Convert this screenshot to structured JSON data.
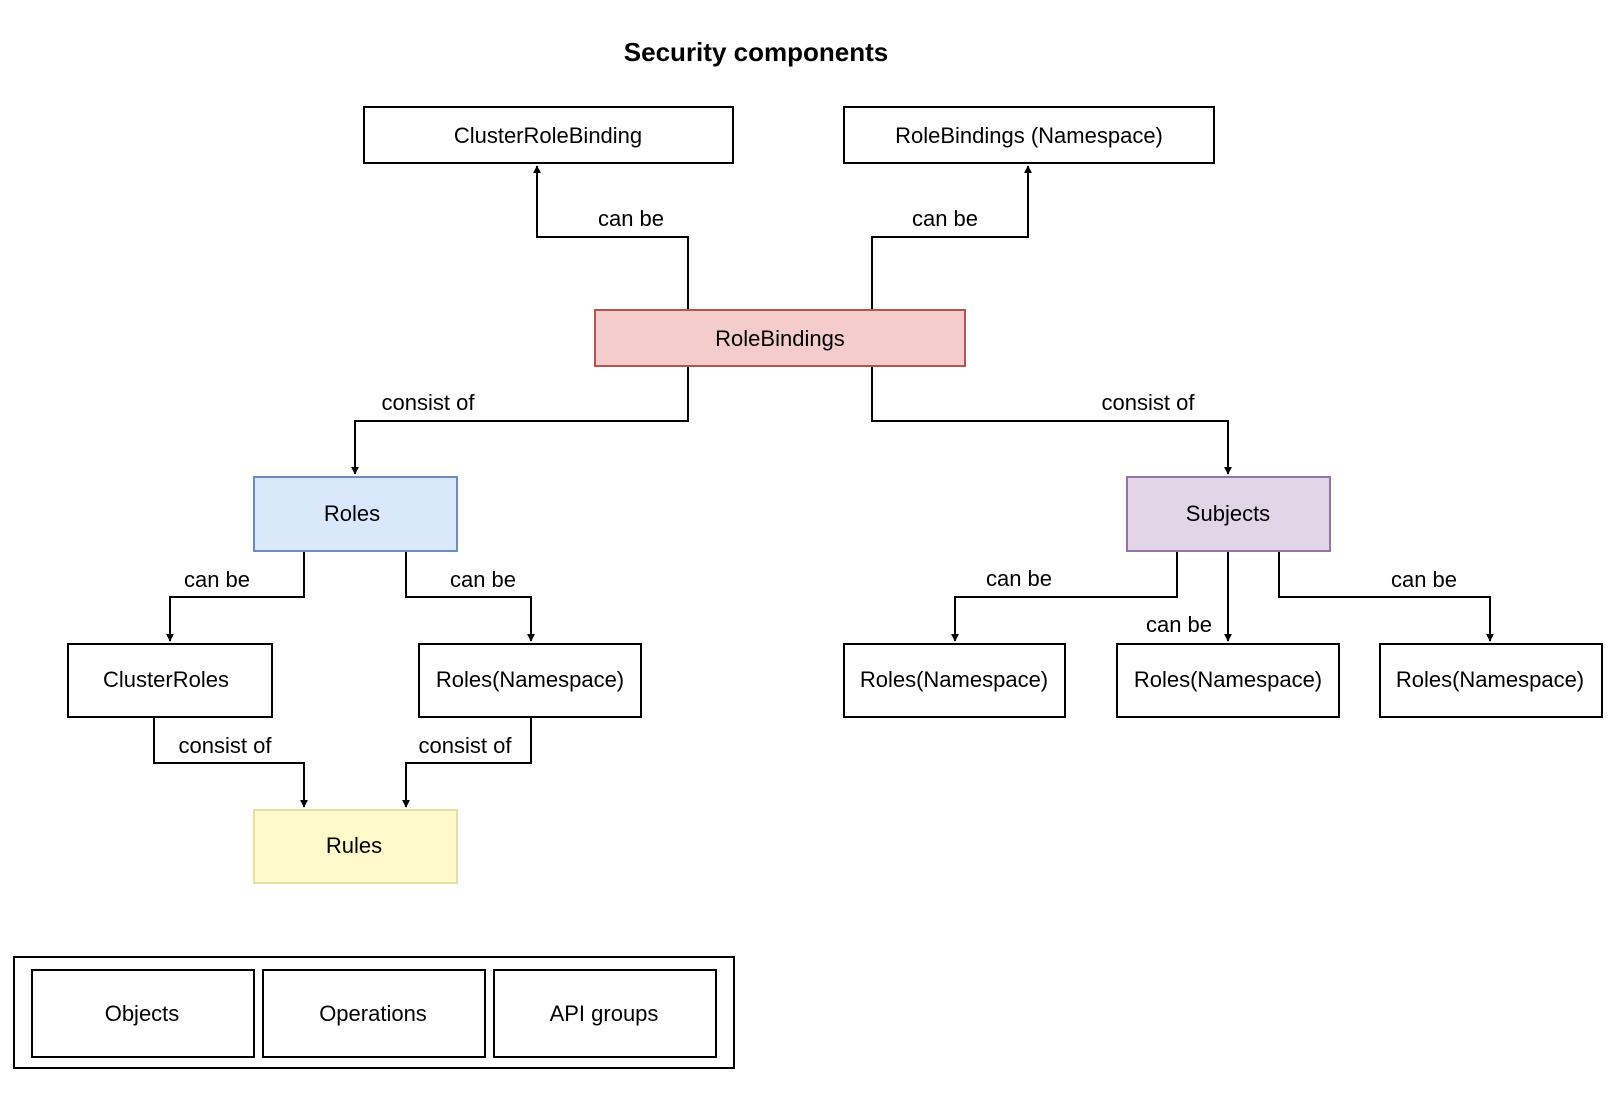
{
  "title": "Security components",
  "colors": {
    "rolebindings_fill": "#f4cccc",
    "rolebindings_stroke": "#b85450",
    "roles_fill": "#dae8fc",
    "roles_stroke": "#6c8ebf",
    "subjects_fill": "#e1d5e7",
    "subjects_stroke": "#9673a6",
    "rules_fill": "#fff9cc",
    "rules_stroke": "#e6e0a0",
    "default_fill": "#ffffff",
    "default_stroke": "#000000"
  },
  "nodes": {
    "cluster_role_binding": "ClusterRoleBinding",
    "rolebindings_namespace": "RoleBindings (Namespace)",
    "rolebindings": "RoleBindings",
    "roles": "Roles",
    "subjects": "Subjects",
    "cluster_roles": "ClusterRoles",
    "roles_namespace": "Roles(Namespace)",
    "rules": "Rules",
    "subject_child_1": "Roles(Namespace)",
    "subject_child_2": "Roles(Namespace)",
    "subject_child_3": "Roles(Namespace)"
  },
  "edge_labels": {
    "rb_to_crb": "can be",
    "rb_to_rbns": "can be",
    "rb_to_roles": "consist of",
    "rb_to_subjects": "consist of",
    "roles_to_clusterroles": "can be",
    "roles_to_rolesns": "can be",
    "clusterroles_to_rules": "consist of",
    "rolesns_to_rules": "consist of",
    "subjects_to_child1": "can be",
    "subjects_to_child2": "can be",
    "subjects_to_child3": "can be"
  },
  "rules_details": [
    "Objects",
    "Operations",
    "API groups"
  ]
}
